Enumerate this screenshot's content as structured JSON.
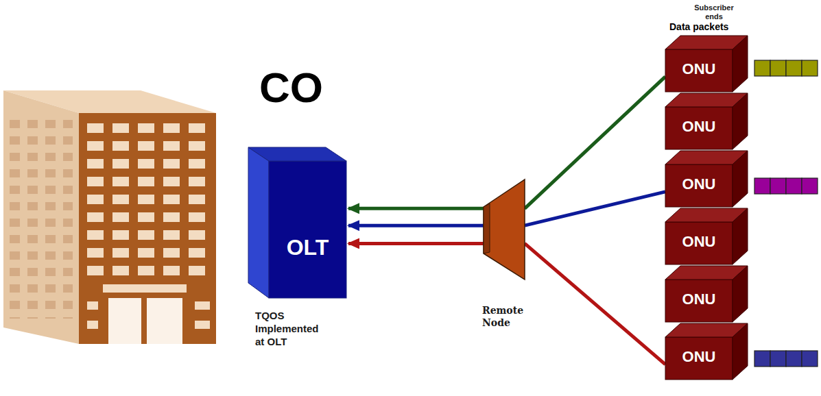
{
  "diagram": {
    "nodes": [
      {
        "text": [
          "OLT"
        ]
      },
      {
        "text": [
          "Remote Node"
        ]
      },
      {
        "text": [
          "ONU"
        ]
      },
      {
        "text": [
          "ONU"
        ]
      },
      {
        "text": [
          "ONU"
        ]
      },
      {
        "text": [
          "ONU"
        ]
      },
      {
        "text": [
          "ONU"
        ]
      },
      {
        "text": [
          "ONU"
        ]
      }
    ],
    "edges": [
      {
        "from": 2,
        "to": 1,
        "arrow": "none"
      },
      {
        "from": 4,
        "to": 1,
        "arrow": "none"
      },
      {
        "from": 7,
        "to": 1,
        "arrow": "none"
      },
      {
        "from": 1,
        "to": 0,
        "arrow": "to"
      },
      {
        "from": 1,
        "to": 0,
        "arrow": "to"
      },
      {
        "from": 1,
        "to": 0,
        "arrow": "to"
      }
    ],
    "labels": [
      "CO",
      "TQOS Implemented at OLT",
      "Subscriber ends",
      "Data packets"
    ]
  }
}
